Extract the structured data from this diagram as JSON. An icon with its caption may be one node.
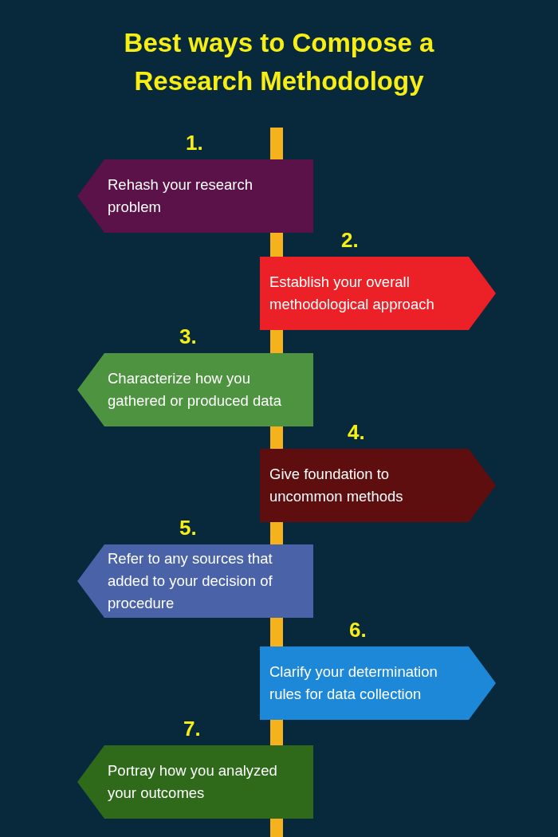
{
  "diagram": {
    "title": "Best ways to Compose a Research Methodology",
    "nodes": [
      {
        "text": [],
        "shape": "bar"
      },
      {
        "text": [
          "Rehash your research problem"
        ],
        "beside": [
          "1."
        ]
      },
      {
        "text": [
          "Establish your overall methodological approach"
        ],
        "beside": [
          "2."
        ]
      },
      {
        "text": [
          "Characterize how you gathered or produced data"
        ],
        "beside": [
          "3."
        ]
      },
      {
        "text": [
          "Give foundation to uncommon methods"
        ],
        "beside": [
          "4."
        ]
      },
      {
        "text": [
          "Refer to any sources that added to your decision of procedure"
        ],
        "beside": [
          "5."
        ]
      },
      {
        "text": [
          "Clarify your determination rules for data collection"
        ],
        "beside": [
          "6."
        ]
      },
      {
        "text": [
          "Portray how you analyzed your outcomes"
        ],
        "beside": [
          "7."
        ]
      }
    ],
    "edges": []
  }
}
